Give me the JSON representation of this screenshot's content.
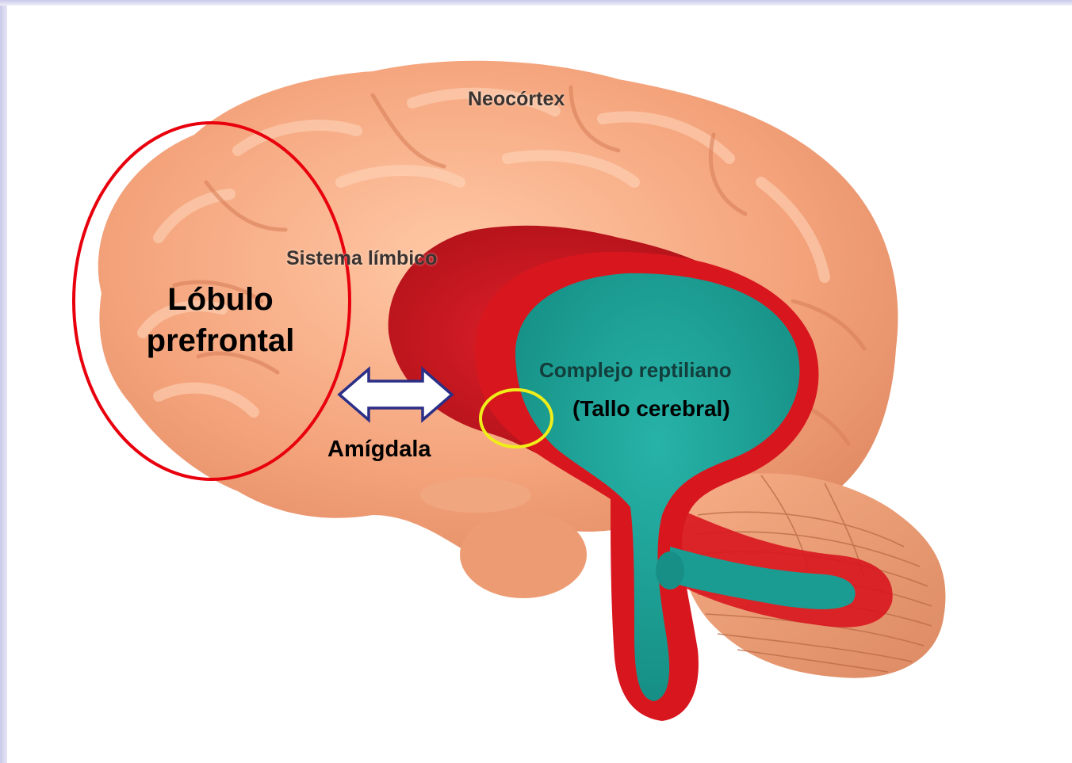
{
  "labels": {
    "neocortex": "Neocórtex",
    "sistema_limbico": "Sistema límbico",
    "complejo_reptiliano": "Complejo reptiliano",
    "tallo_cerebral": "(Tallo cerebral)",
    "amigdala": "Amígdala",
    "lobulo_line1": "Lóbulo",
    "lobulo_line2": "prefrontal"
  },
  "colors": {
    "cortex": "#f2a27a",
    "limbic": "#c8131e",
    "reptilian": "#1fa39a",
    "ellipse_outline": "#e8000d",
    "amygdala_circle": "#f0ee1a",
    "arrow_outline": "#2b2f86"
  }
}
